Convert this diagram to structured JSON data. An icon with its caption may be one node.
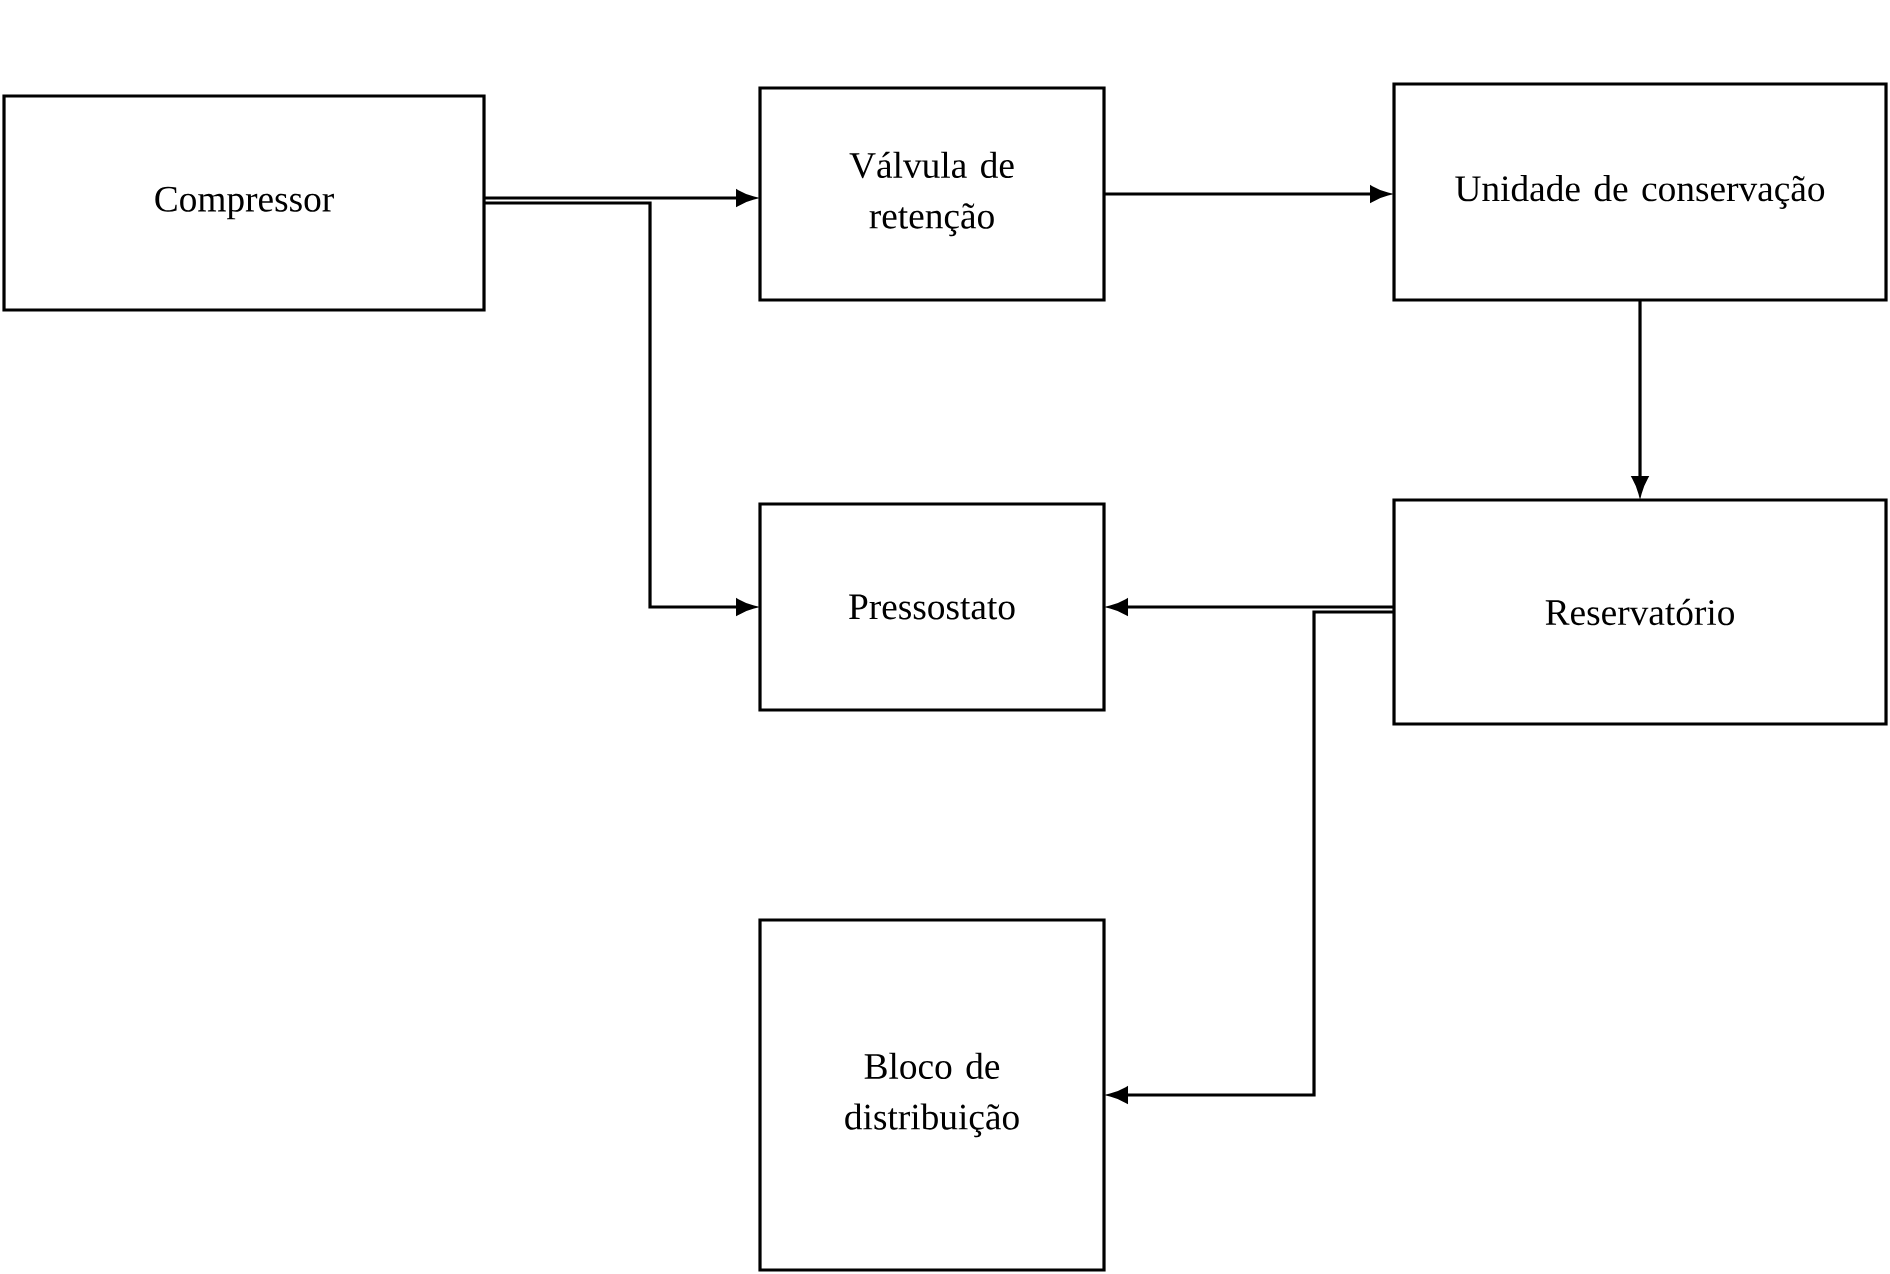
{
  "diagram": {
    "nodes": [
      {
        "text": [
          "Compressor"
        ]
      },
      {
        "text": [
          "Válvula de retenção"
        ]
      },
      {
        "text": [
          "Unidade de conservação"
        ]
      },
      {
        "text": [
          "Pressostato"
        ]
      },
      {
        "text": [
          "Reservatório"
        ]
      },
      {
        "text": [
          "Bloco de distribuição"
        ]
      }
    ],
    "edges": [
      {
        "from": 0,
        "to": 1,
        "arrow": "to"
      },
      {
        "from": 0,
        "to": 3,
        "arrow": "to"
      },
      {
        "from": 1,
        "to": 2,
        "arrow": "to"
      },
      {
        "from": 2,
        "to": 4,
        "arrow": "to"
      },
      {
        "from": 4,
        "to": 3,
        "arrow": "to"
      },
      {
        "from": 4,
        "to": 5,
        "arrow": "to"
      }
    ]
  }
}
